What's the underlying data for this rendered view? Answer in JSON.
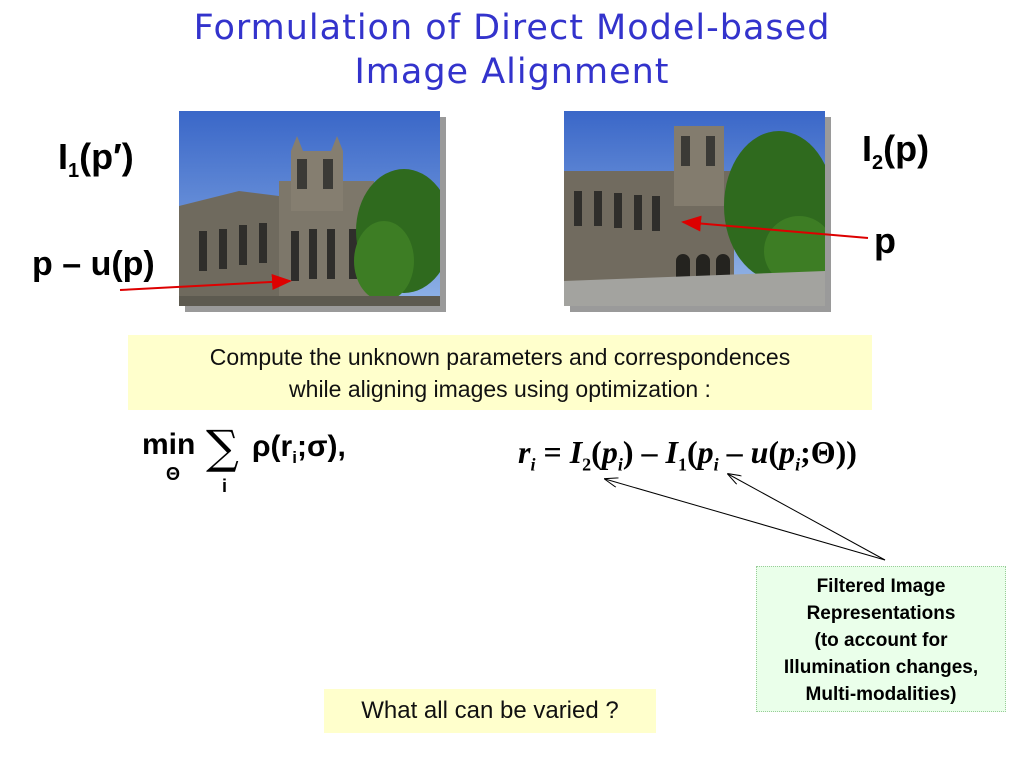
{
  "title": {
    "line1": "Formulation of Direct Model-based",
    "line2": "Image Alignment"
  },
  "labels": {
    "i1_base": "I",
    "i1_sub": "1",
    "i1_arg": "(p′)",
    "i2_base": "I",
    "i2_sub": "2",
    "i2_arg": "(p)",
    "p_minus_u": "p – u(p)",
    "p": "p"
  },
  "compute_box": {
    "line1": "Compute the unknown parameters and correspondences",
    "line2": "while aligning images using optimization :"
  },
  "objective": {
    "min": "min",
    "theta": "Θ",
    "sum": "∑",
    "sum_index": "i",
    "rho": "ρ(r",
    "rho_sub": "i",
    "rho_rest": ";σ),"
  },
  "residual": {
    "r": "r",
    "r_sub": "i",
    "eq": " = ",
    "i2": "I",
    "i2_sub": "2",
    "part1": "(",
    "p1": "p",
    "p1_sub": "i",
    "part2": ") – ",
    "i1": "I",
    "i1_sub": "1",
    "part3": "(",
    "p2": "p",
    "p2_sub": "i",
    "part4": " – ",
    "u": "u",
    "part5": "(",
    "p3": "p",
    "p3_sub": "i",
    "part6": ";Θ))"
  },
  "note": {
    "line1": "Filtered Image",
    "line2": "Representations",
    "line3": "(to account for",
    "line4": "Illumination changes,",
    "line5": "Multi-modalities)"
  },
  "question": "What all can be varied ?",
  "colors": {
    "title": "#3333cc",
    "highlight": "#ffffcc",
    "note_bg": "#eaffea",
    "arrow_red": "#dd0000"
  }
}
